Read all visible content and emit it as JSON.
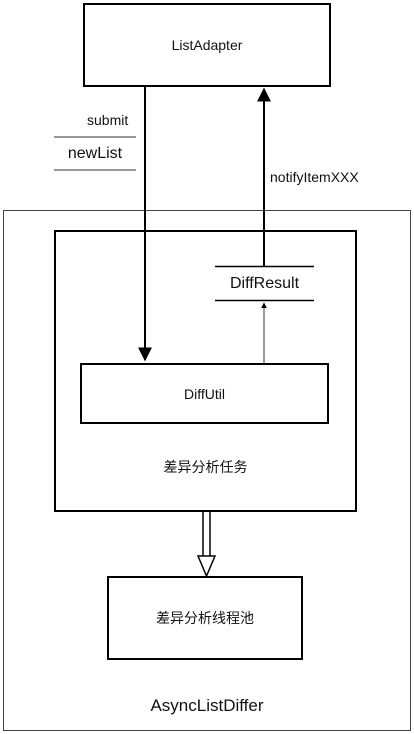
{
  "diagram": {
    "list_adapter": "ListAdapter",
    "submit": "submit",
    "new_list": "newList",
    "notify_item": "notifyItemXXX",
    "diff_result": "DiffResult",
    "diff_util": "DiffUtil",
    "diff_task": "差异分析任务",
    "thread_pool": "差异分析线程池",
    "async_list_differ": "AsyncListDiffer"
  }
}
